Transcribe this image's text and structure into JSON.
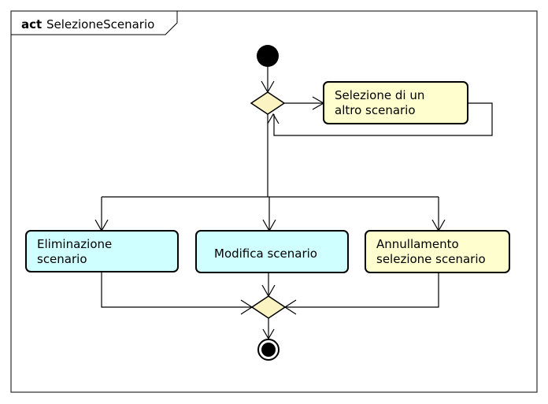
{
  "frame": {
    "keyword": "act",
    "name": "SelezioneScenario"
  },
  "colors": {
    "background": "#ffffff",
    "frame_border": "#000000",
    "decision_fill": "#fbf3c1",
    "action_yellow": "#fefecf",
    "action_cyan": "#d0ffff",
    "stroke": "#000000"
  },
  "nodes": {
    "select_other": {
      "line1": "Selezione di un",
      "line2": "altro scenario"
    },
    "delete": {
      "line1": "Eliminazione",
      "line2": "scenario"
    },
    "modify": {
      "line1": "Modifica scenario"
    },
    "cancel": {
      "line1": "Annullamento",
      "line2": "selezione scenario"
    }
  }
}
